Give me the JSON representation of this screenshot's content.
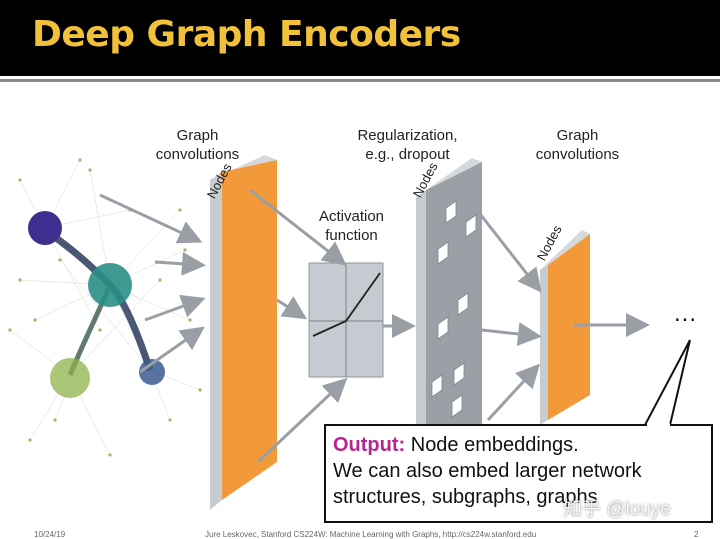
{
  "slide": {
    "title": "Deep Graph Encoders",
    "footer_date": "10/24/19",
    "footer_source": "Jure Leskovec, Stanford CS224W: Machine Learning with Graphs, http://cs224w.stanford.edu",
    "footer_page": "2"
  },
  "diagram": {
    "label_graph_conv_1": [
      "Graph",
      "convolutions"
    ],
    "label_activation": [
      "Activation",
      "function"
    ],
    "label_regularization": [
      "Regularization,",
      "e.g., dropout"
    ],
    "label_graph_conv_2": [
      "Graph",
      "convolutions"
    ],
    "nodes_label": "Nodes",
    "ellipsis": "...",
    "colors": {
      "layer_orange": "#f29a3a",
      "dropout_gray": "#9aa0a6",
      "arrow_gray": "#9a9fa5",
      "output_magenta": "#b5268f"
    }
  },
  "callout": {
    "keyword": "Output:",
    "line1_rest": " Node embeddings.",
    "line2": "We can also embed larger network",
    "line3": "structures,  subgraphs, graphs"
  },
  "watermark": "知乎 @louye"
}
